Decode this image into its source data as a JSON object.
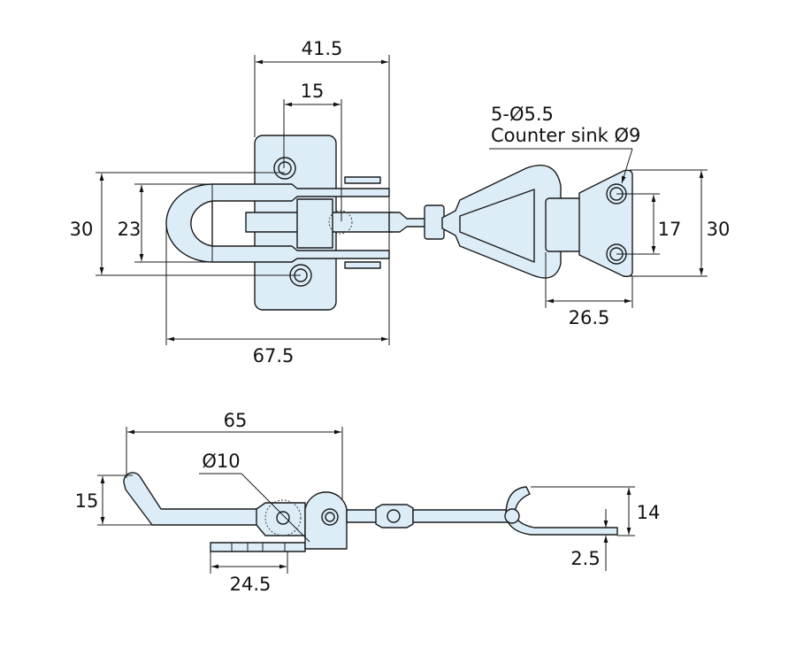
{
  "title": "Adjustable toggle latch drawing",
  "colors": {
    "part_fill": "#dcedf8",
    "line": "#1a1a1a"
  },
  "top_view": {
    "dim_width_base": "41.5",
    "dim_hole_offset": "15",
    "dim_height_left": "30",
    "dim_bail_width": "23",
    "dim_total_length": "67.5",
    "hole_note_1": "5-Ø5.5",
    "hole_note_2": "Counter sink Ø9",
    "dim_keeper_holes": "17",
    "dim_keeper_height": "30",
    "dim_keeper_length": "26.5"
  },
  "side_view": {
    "dim_length": "65",
    "dim_pivot_dia": "Ø10",
    "dim_lever_height": "15",
    "dim_base_length": "24.5",
    "dim_hook_height": "14",
    "dim_keeper_thickness": "2.5"
  }
}
